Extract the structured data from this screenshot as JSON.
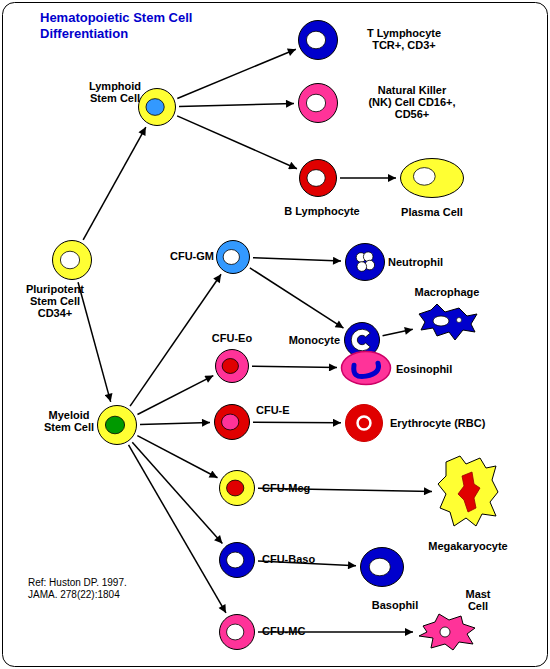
{
  "diagram": {
    "title": "Hematopoietic Stem Cell Differentiation",
    "nodes": [
      {
        "text": [
          "Pluripotent Stem Cell CD34+"
        ]
      },
      {
        "text": [
          "Lymphoid Stem Cell"
        ]
      },
      {
        "text": [
          "T Lymphocyte TCR+, CD3+"
        ]
      },
      {
        "text": [
          "Natural Killer (NK) Cell CD16+, CD56+"
        ]
      },
      {
        "text": [
          "B Lymphocyte"
        ]
      },
      {
        "text": [
          "Plasma Cell"
        ]
      },
      {
        "text": [
          "Myeloid Stem Cell"
        ]
      },
      {
        "text": [
          "CFU-GM"
        ]
      },
      {
        "text": [
          "Neutrophil"
        ]
      },
      {
        "text": [
          "Monocyte"
        ]
      },
      {
        "text": [
          "Macrophage"
        ]
      },
      {
        "text": [
          "CFU-Eo"
        ]
      },
      {
        "text": [
          "Eosinophil"
        ]
      },
      {
        "text": [
          "CFU-E"
        ]
      },
      {
        "text": [
          "Erythrocyte (RBC)"
        ]
      },
      {
        "text": [
          "CFU-Meg"
        ]
      },
      {
        "text": [
          "Megakaryocyte"
        ]
      },
      {
        "text": [
          "CFU-Baso"
        ]
      },
      {
        "text": [
          "Basophil"
        ]
      },
      {
        "text": [
          "CFU-MC"
        ]
      },
      {
        "text": [
          "Mast Cell"
        ]
      }
    ],
    "edges": [
      {
        "from": 0,
        "to": 1,
        "arrow": "to"
      },
      {
        "from": 0,
        "to": 6,
        "arrow": "to"
      },
      {
        "from": 1,
        "to": 2,
        "arrow": "to"
      },
      {
        "from": 1,
        "to": 3,
        "arrow": "to"
      },
      {
        "from": 1,
        "to": 4,
        "arrow": "to"
      },
      {
        "from": 4,
        "to": 5,
        "arrow": "to"
      },
      {
        "from": 6,
        "to": 7,
        "arrow": "to"
      },
      {
        "from": 7,
        "to": 8,
        "arrow": "to"
      },
      {
        "from": 7,
        "to": 9,
        "arrow": "to"
      },
      {
        "from": 9,
        "to": 10,
        "arrow": "to"
      },
      {
        "from": 6,
        "to": 11,
        "arrow": "to"
      },
      {
        "from": 11,
        "to": 12,
        "arrow": "to"
      },
      {
        "from": 6,
        "to": 13,
        "arrow": "to"
      },
      {
        "from": 13,
        "to": 14,
        "arrow": "to"
      },
      {
        "from": 6,
        "to": 15,
        "arrow": "to"
      },
      {
        "from": 15,
        "to": 16,
        "arrow": "to"
      },
      {
        "from": 6,
        "to": 17,
        "arrow": "to"
      },
      {
        "from": 17,
        "to": 18,
        "arrow": "to"
      },
      {
        "from": 6,
        "to": 19,
        "arrow": "to"
      },
      {
        "from": 19,
        "to": 20,
        "arrow": "to"
      }
    ],
    "labels": [
      "Ref: Huston DP. 1997. JAMA. 278(22):1804"
    ]
  }
}
